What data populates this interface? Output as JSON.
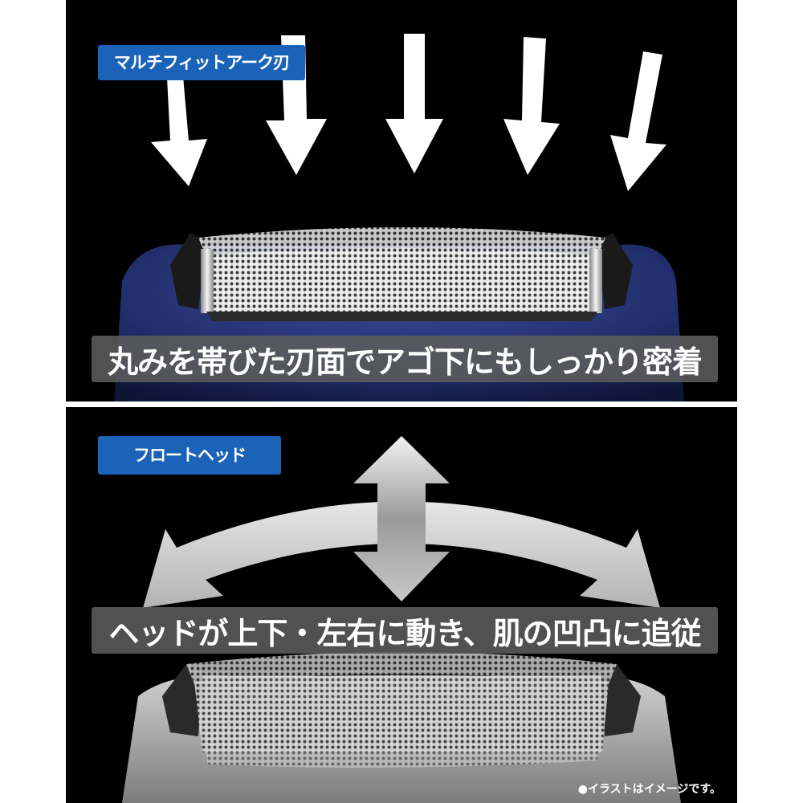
{
  "top_panel": {
    "badge": "マルチフィットアーク刃",
    "caption": "丸みを帯びた刃面でアゴ下にもしっかり密着"
  },
  "bottom_panel": {
    "badge": "フロートヘッド",
    "caption": "ヘッドが上下・左右に動き、肌の凹凸に追従",
    "note": "●イラストはイメージです。"
  },
  "colors": {
    "badge_blue": "#1a63b8",
    "shaver_navy": "#23306e",
    "caption_gray": "#5c5c5c"
  },
  "icons": [
    "down-arrow-icon",
    "vertical-double-arrow-icon",
    "curved-double-arrow-icon"
  ]
}
